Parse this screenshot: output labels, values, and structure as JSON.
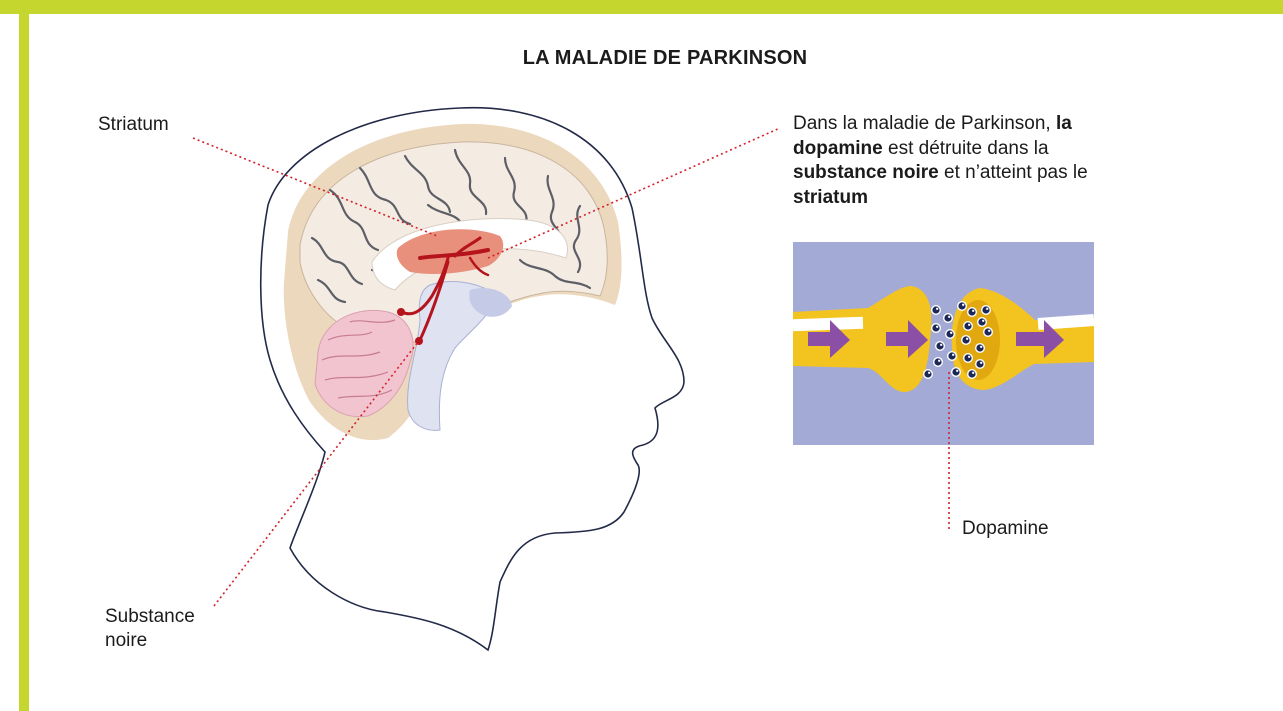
{
  "title": "LA MALADIE DE PARKINSON",
  "labels": {
    "striatum": "Striatum",
    "substance_line1": "Substance",
    "substance_line2": "noire",
    "dopamine": "Dopamine"
  },
  "note": {
    "part1": "Dans la maladie de Parkinson, ",
    "bold1": "la dopamine",
    "part2": " est détruite dans la ",
    "bold2": "substance noire",
    "part3": " et n’atteint pas le ",
    "bold3": "striatum"
  },
  "colors": {
    "border": "#c5d72f",
    "leader_line": "#d2232a",
    "synapse_bg": "#a4aad6",
    "neuron": "#f3c320",
    "arrow": "#8b4fa6",
    "striatum": "#e8907c",
    "dopamine_path": "#b5141c",
    "brain": "#f4ebe3",
    "skull": "#ecd8bd",
    "cerebellum": "#f2c4cf",
    "ventricle": "#c5cbe6"
  }
}
